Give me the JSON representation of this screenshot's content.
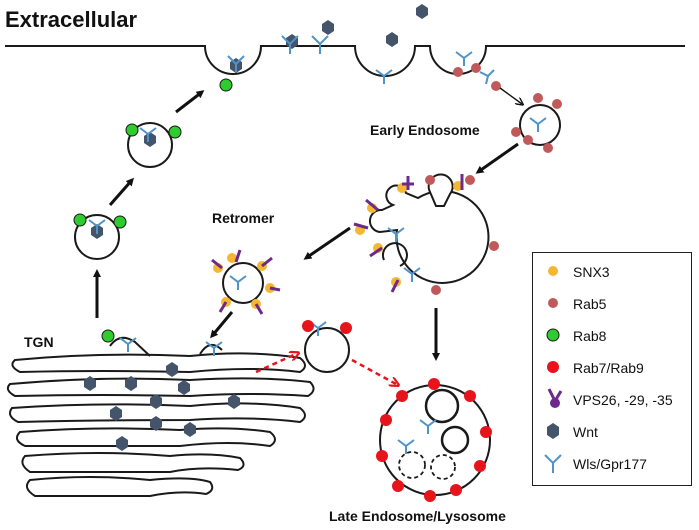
{
  "labels": {
    "extracellular": "Extracellular",
    "early_endosome": "Early Endosome",
    "retromer": "Retromer",
    "tgn": "TGN",
    "late_endosome": "Late Endosome/Lysosome"
  },
  "legend": {
    "items": [
      {
        "symbol": "orange-dot-icon",
        "label": "SNX3",
        "color": "#f5b731"
      },
      {
        "symbol": "brown-dot-icon",
        "label": "Rab5",
        "color": "#c05a5a"
      },
      {
        "symbol": "green-dot-icon",
        "label": "Rab8",
        "color": "#2ecc2e"
      },
      {
        "symbol": "red-dot-icon",
        "label": "Rab7/Rab9",
        "color": "#e8141c"
      },
      {
        "symbol": "vps-icon",
        "label": "VPS26, -29, -35",
        "color": "#6b2a8c"
      },
      {
        "symbol": "hexagon-icon",
        "label": "Wnt",
        "color": "#44546a"
      },
      {
        "symbol": "receptor-icon",
        "label": "Wls/Gpr177",
        "color": "#4f93c8"
      }
    ]
  },
  "colors": {
    "membrane": "#1a1a1a",
    "snx3": "#f5b731",
    "rab5": "#c05a5a",
    "rab8": "#2ecc2e",
    "rab7": "#e8141c",
    "vps": "#6b2a8c",
    "wnt": "#44546a",
    "wls": "#4f93c8"
  }
}
